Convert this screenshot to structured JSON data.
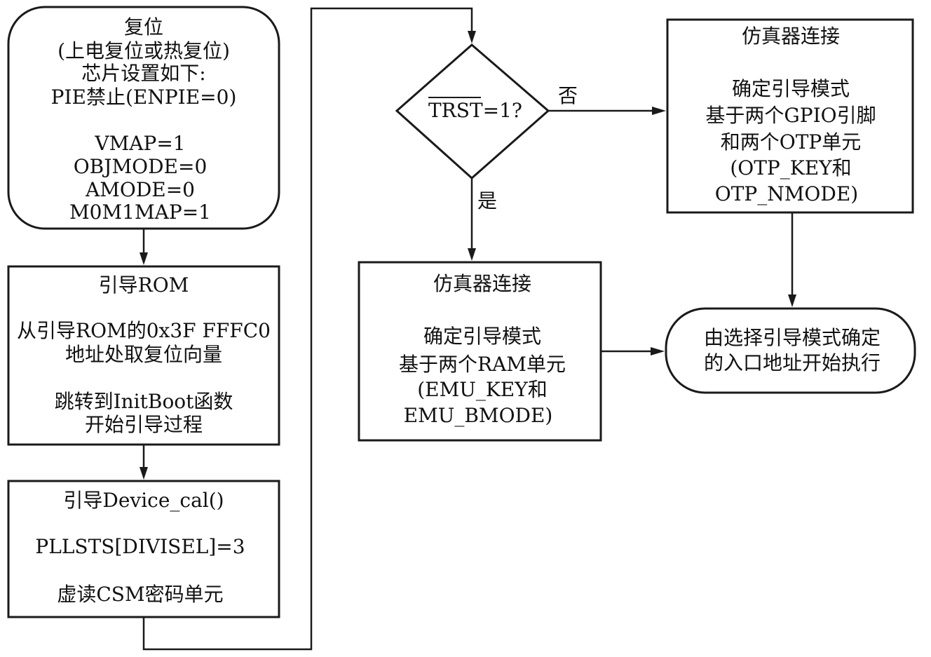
{
  "nodes": {
    "reset": {
      "lines": [
        "复位",
        "(上电复位或热复位)",
        "芯片设置如下:",
        "PIE禁止(ENPIE=0)",
        "",
        "VMAP=1",
        "OBJMODE=0",
        "AMODE=0",
        "M0M1MAP=1"
      ]
    },
    "boot_rom": {
      "lines": [
        "引导ROM",
        "",
        "从引导ROM的0x3F FFFC0",
        "地址处取复位向量",
        "",
        "跳转到InitBoot函数",
        "开始引导过程"
      ]
    },
    "device_cal": {
      "lines": [
        "引导Device_cal()",
        "",
        "PLLSTS[DIVISEL]=3",
        "",
        "虚读CSM密码单元"
      ]
    },
    "decision": {
      "overline_text": "TRST",
      "suffix_text": "=1?"
    },
    "emulator_yes": {
      "lines": [
        "仿真器连接",
        "",
        "确定引导模式",
        "基于两个RAM单元",
        "(EMU_KEY和",
        "EMU_BMODE)"
      ]
    },
    "emulator_no": {
      "lines": [
        "仿真器连接",
        "",
        "确定引导模式",
        "基于两个GPIO引脚",
        "和两个OTP单元",
        "(OTP_KEY和",
        "OTP_NMODE)"
      ]
    },
    "entry": {
      "lines": [
        "由选择引导模式确定",
        "的入口地址开始执行"
      ]
    }
  },
  "edge_labels": {
    "no": "否",
    "yes": "是"
  }
}
